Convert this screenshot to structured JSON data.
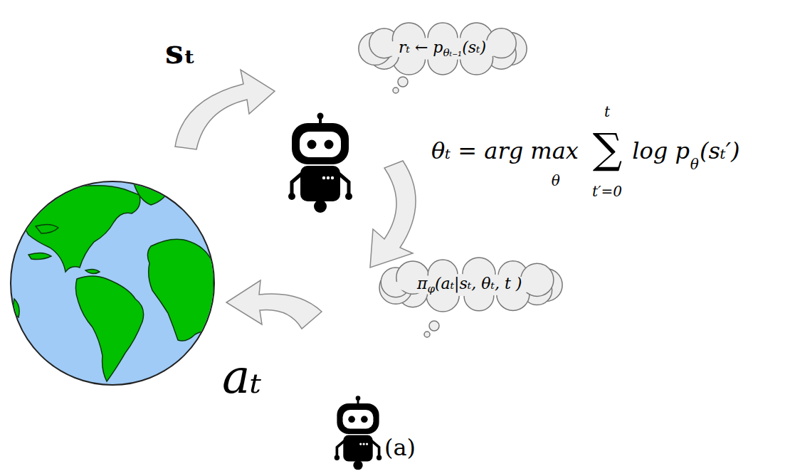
{
  "diagram": {
    "caption": "(a)",
    "nodes": [
      {
        "text": [
          "rₜ ← p",
          "θₜ₋₁",
          "(sₜ)"
        ]
      },
      {
        "text": [
          "π",
          "φ",
          "(aₜ|sₜ, θₜ, t )"
        ]
      }
    ],
    "labels": [
      "sₜ",
      "θₜ = arg max",
      "θ",
      "t",
      "∑",
      "t′=0",
      "log p",
      "θ",
      "(sₜ′)",
      "aₜ"
    ]
  }
}
